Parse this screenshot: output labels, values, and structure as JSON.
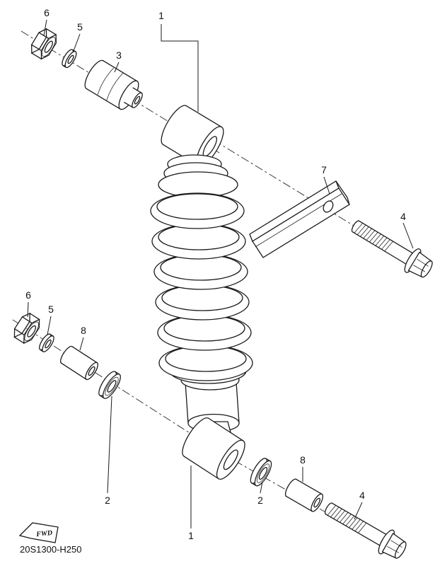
{
  "diagram": {
    "part_code": "20S1300-H250",
    "fwd_label": "FWD",
    "colors": {
      "line": "#1a1a1a",
      "background": "#ffffff"
    },
    "callouts": [
      {
        "label": "6"
      },
      {
        "label": "5"
      },
      {
        "label": "3"
      },
      {
        "label": "1"
      },
      {
        "label": "7"
      },
      {
        "label": "4"
      },
      {
        "label": "6"
      },
      {
        "label": "5"
      },
      {
        "label": "8"
      },
      {
        "label": "2"
      },
      {
        "label": "1"
      },
      {
        "label": "2"
      },
      {
        "label": "8"
      },
      {
        "label": "4"
      }
    ]
  }
}
